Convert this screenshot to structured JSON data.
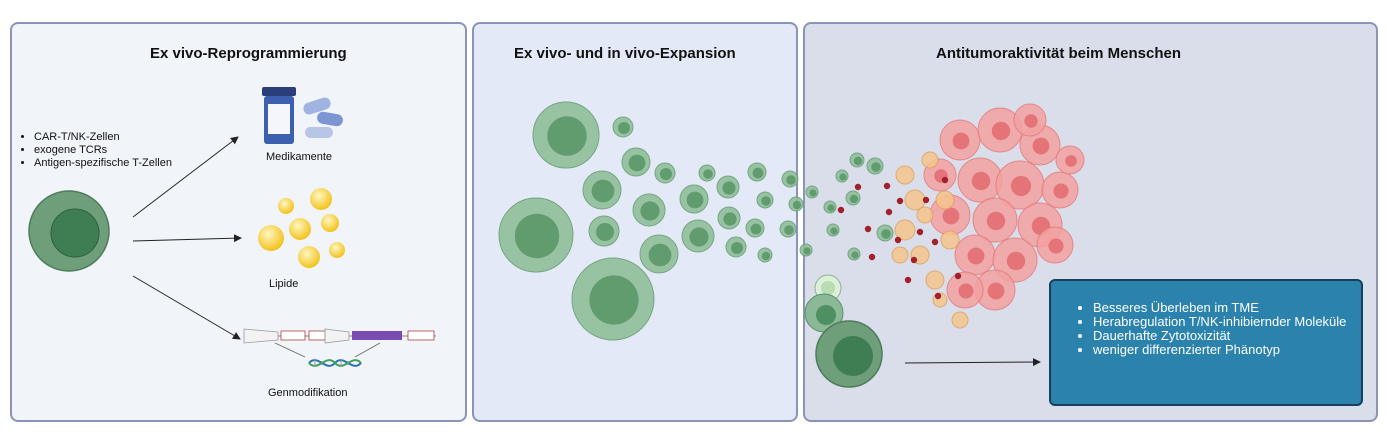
{
  "panel1": {
    "title": "Ex vivo-Reprogrammierung",
    "bullets": [
      "CAR-T/NK-Zellen",
      "exogene TCRs",
      "Antigen-spezifische T-Zellen"
    ],
    "labels": {
      "drugs": "Medikamente",
      "lipids": "Lipide",
      "gene": "Genmodifikation"
    }
  },
  "panel2": {
    "title": "Ex vivo- und in vivo-Expansion"
  },
  "panel3": {
    "title": "Antitumoraktivität beim Menschen",
    "box_items": [
      "Besseres Überleben im TME",
      "Herabregulation T/NK-inhibiernder Moleküle",
      "Dauerhafte Zytotoxizität",
      "weniger differenzierter Phänotyp"
    ]
  },
  "colors": {
    "cell_outer": "#6f9e7a",
    "cell_inner": "#3f7d52",
    "tumor": "#ef8f8f",
    "box": "#2a82ad"
  }
}
